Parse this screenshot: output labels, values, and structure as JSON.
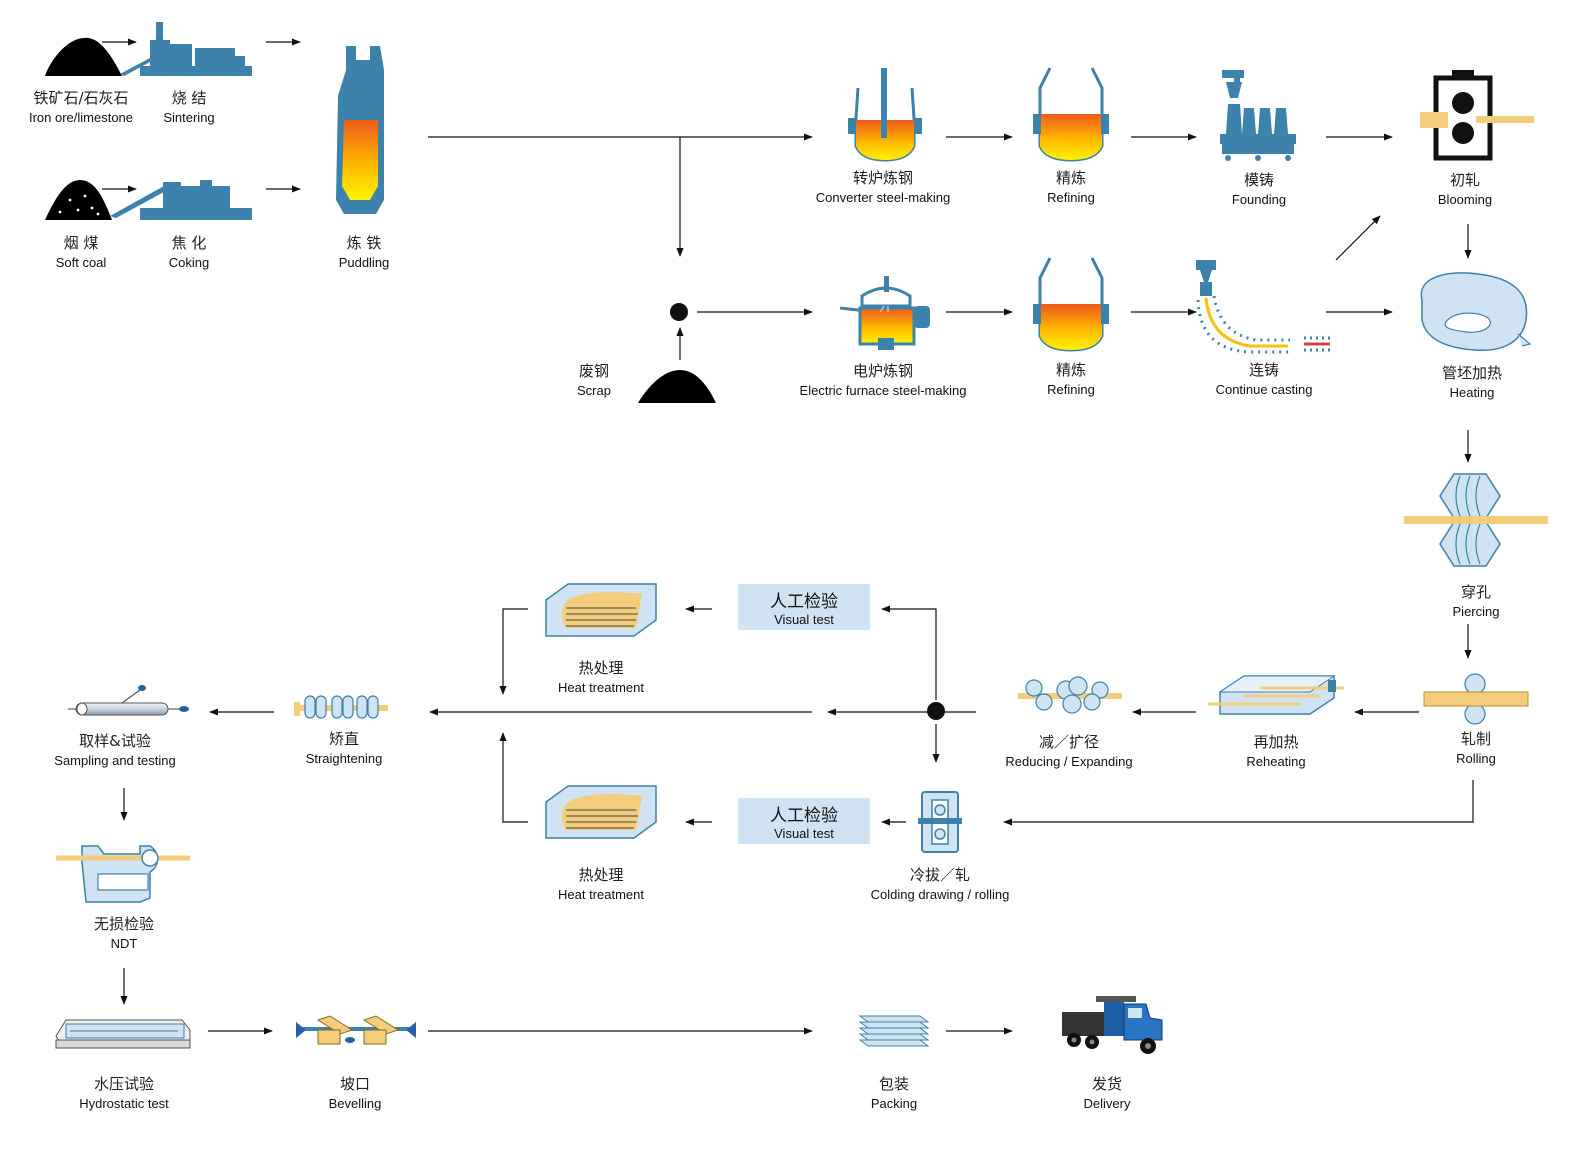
{
  "colors": {
    "steel_blue": "#3d82aa",
    "molten_orange": "#ee6a1e",
    "molten_yellow": "#ffe800",
    "pale_blue": "#cfe3f3",
    "sand": "#f3cd7c",
    "arrow": "#111111"
  },
  "steps": {
    "iron_ore": {
      "zh": "铁矿石/石灰石",
      "en": "Iron ore/limestone",
      "icon": "ore-pile-icon"
    },
    "sintering": {
      "zh": "烧 结",
      "en": "Sintering",
      "icon": "factory-icon"
    },
    "soft_coal": {
      "zh": "烟 煤",
      "en": "Soft coal",
      "icon": "coal-pile-icon"
    },
    "coking": {
      "zh": "焦 化",
      "en": "Coking",
      "icon": "coke-plant-icon"
    },
    "puddling": {
      "zh": "炼 铁",
      "en": "Puddling",
      "icon": "blast-furnace-icon"
    },
    "converter": {
      "zh": "转炉炼钢",
      "en": "Converter steel-making",
      "icon": "converter-icon"
    },
    "refining1": {
      "zh": "精炼",
      "en": "Refining",
      "icon": "ladle-icon"
    },
    "founding": {
      "zh": "模铸",
      "en": "Founding",
      "icon": "mold-casting-icon"
    },
    "blooming": {
      "zh": "初轧",
      "en": "Blooming",
      "icon": "rolling-mill-icon"
    },
    "scrap": {
      "zh": "废钢",
      "en": "Scrap",
      "icon": "scrap-pile-icon"
    },
    "electric": {
      "zh": "电炉炼钢",
      "en": "Electric furnace steel-making",
      "icon": "electric-furnace-icon"
    },
    "refining2": {
      "zh": "精炼",
      "en": "Refining",
      "icon": "ladle-icon"
    },
    "continue_casting": {
      "zh": "连铸",
      "en": "Continue casting",
      "icon": "continuous-caster-icon"
    },
    "heating": {
      "zh": "管坯加热",
      "en": "Heating",
      "icon": "rotary-furnace-icon"
    },
    "piercing": {
      "zh": "穿孔",
      "en": "Piercing",
      "icon": "piercing-mill-icon"
    },
    "rolling": {
      "zh": "轧制",
      "en": "Rolling",
      "icon": "rolling-roll-icon"
    },
    "reheating": {
      "zh": "再加热",
      "en": "Reheating",
      "icon": "reheat-furnace-icon"
    },
    "reducing": {
      "zh": "减／扩径",
      "en": "Reducing / Expanding",
      "icon": "sizing-mill-icon"
    },
    "heat_treatment1": {
      "zh": "热处理",
      "en": "Heat treatment",
      "icon": "heat-treatment-furnace-icon"
    },
    "visual1": {
      "zh": "人工检验",
      "en": "Visual test"
    },
    "cold_drawing": {
      "zh": "冷拔／轧",
      "en": "Colding drawing / rolling",
      "icon": "cold-drawing-icon"
    },
    "visual2": {
      "zh": "人工检验",
      "en": "Visual test"
    },
    "heat_treatment2": {
      "zh": "热处理",
      "en": "Heat treatment",
      "icon": "heat-treatment-furnace-icon"
    },
    "straightening": {
      "zh": "矫直",
      "en": "Straightening",
      "icon": "straightener-icon"
    },
    "sampling": {
      "zh": "取样&试验",
      "en": "Sampling and testing",
      "icon": "sampling-probe-icon"
    },
    "ndt": {
      "zh": "无损检验",
      "en": "NDT",
      "icon": "ndt-machine-icon"
    },
    "hydrostatic": {
      "zh": "水压试验",
      "en": "Hydrostatic test",
      "icon": "hydro-tester-icon"
    },
    "bevelling": {
      "zh": "坡口",
      "en": "Bevelling",
      "icon": "bevelling-machine-icon"
    },
    "packing": {
      "zh": "包装",
      "en": "Packing",
      "icon": "pipe-bundle-icon"
    },
    "delivery": {
      "zh": "发货",
      "en": "Delivery",
      "icon": "truck-icon"
    }
  }
}
